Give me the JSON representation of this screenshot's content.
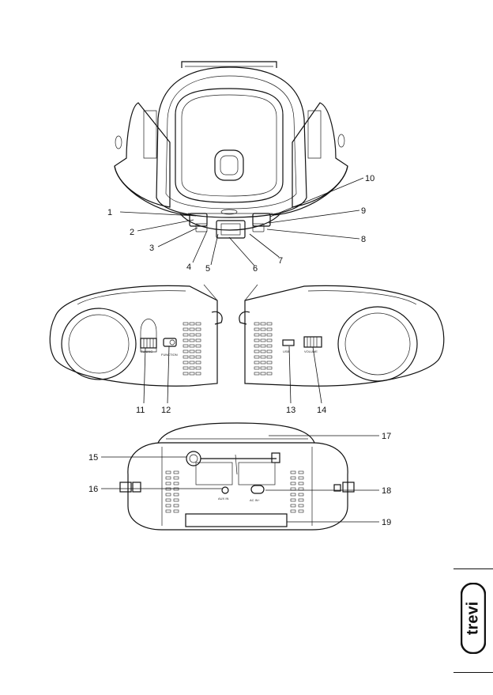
{
  "callouts": {
    "c1": "1",
    "c2": "2",
    "c3": "3",
    "c4": "4",
    "c5": "5",
    "c6": "6",
    "c7": "7",
    "c8": "8",
    "c9": "9",
    "c10": "10",
    "c11": "11",
    "c12": "12",
    "c13": "13",
    "c14": "14",
    "c15": "15",
    "c16": "16",
    "c17": "17",
    "c18": "18",
    "c19": "19"
  },
  "panel_labels": {
    "side_left_function": "FUNCTION",
    "side_left_tuning": "TUNING",
    "side_right_usb": "USB",
    "side_right_volume": "VOLUME",
    "back_aux": "AUX IN",
    "back_ac": "AC IN~"
  },
  "brand": {
    "logo_text": "trevi"
  },
  "colors": {
    "line": "#111111",
    "background": "#ffffff"
  }
}
